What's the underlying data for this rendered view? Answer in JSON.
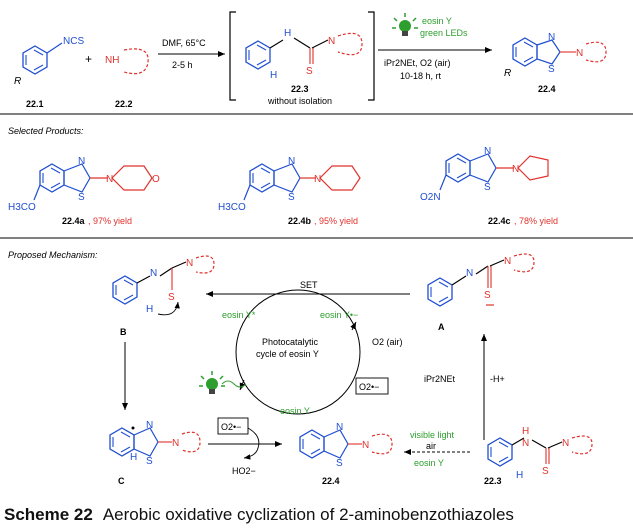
{
  "reaction": {
    "reagent_ncs": "NCS",
    "r_group": "R",
    "plus": "+",
    "amine_nh": "NH",
    "step1_top": "DMF, 65°C",
    "step1_bottom": "2-5 h",
    "int_nh": "H",
    "int_n": "N",
    "int_s": "S",
    "int_h": "H",
    "cond_top1": "eosin Y",
    "cond_top2": "green LEDs",
    "cond_bottom1": "iPr2NEt, O2 (air)",
    "cond_bottom2": "10-18 h, rt",
    "prod_n": "N",
    "prod_s": "S",
    "prod_n2": "N",
    "prod_r": "R",
    "label_1": "22.1",
    "label_2": "22.2",
    "label_3": "22.3",
    "label_3_note": "without isolation",
    "label_4": "22.4"
  },
  "selected": {
    "heading": "Selected Products:",
    "items": [
      {
        "label": "22.4a",
        "yield": ", 97% yield",
        "substituent": "H3CO",
        "ring_atom": "O"
      },
      {
        "label": "22.4b",
        "yield": ", 95% yield",
        "substituent": "H3CO"
      },
      {
        "label": "22.4c",
        "yield": ", 78% yield",
        "substituent": "O2N"
      }
    ]
  },
  "mechanism": {
    "heading": "Proposed Mechanism:",
    "set": "SET",
    "eosin_star": "eosin Y*",
    "eosin_radical_anion": "eosin Y•−",
    "eosin_y": "eosin Y",
    "cycle_line1": "Photocatalytic",
    "cycle_line2": "cycle of eosin Y",
    "o2_air": "O2 (air)",
    "superoxide": "O2•−",
    "ipr2net": "iPr2NEt",
    "minus_h": "-H+",
    "visible_light": "visible light",
    "air": "air",
    "eosin_y_lower": "eosin Y",
    "ho2": "HO2−",
    "label_a": "A",
    "label_b": "B",
    "label_c": "C",
    "label_22_4": "22.4",
    "label_22_3": "22.3"
  },
  "caption": {
    "scheme": "Scheme 22",
    "text": "Aerobic oxidative cyclization of 2-aminobenzothiazoles"
  },
  "colors": {
    "blue": "#1f4fd1",
    "red": "#e0322c",
    "green": "#2e9e2e",
    "black": "#000000"
  }
}
